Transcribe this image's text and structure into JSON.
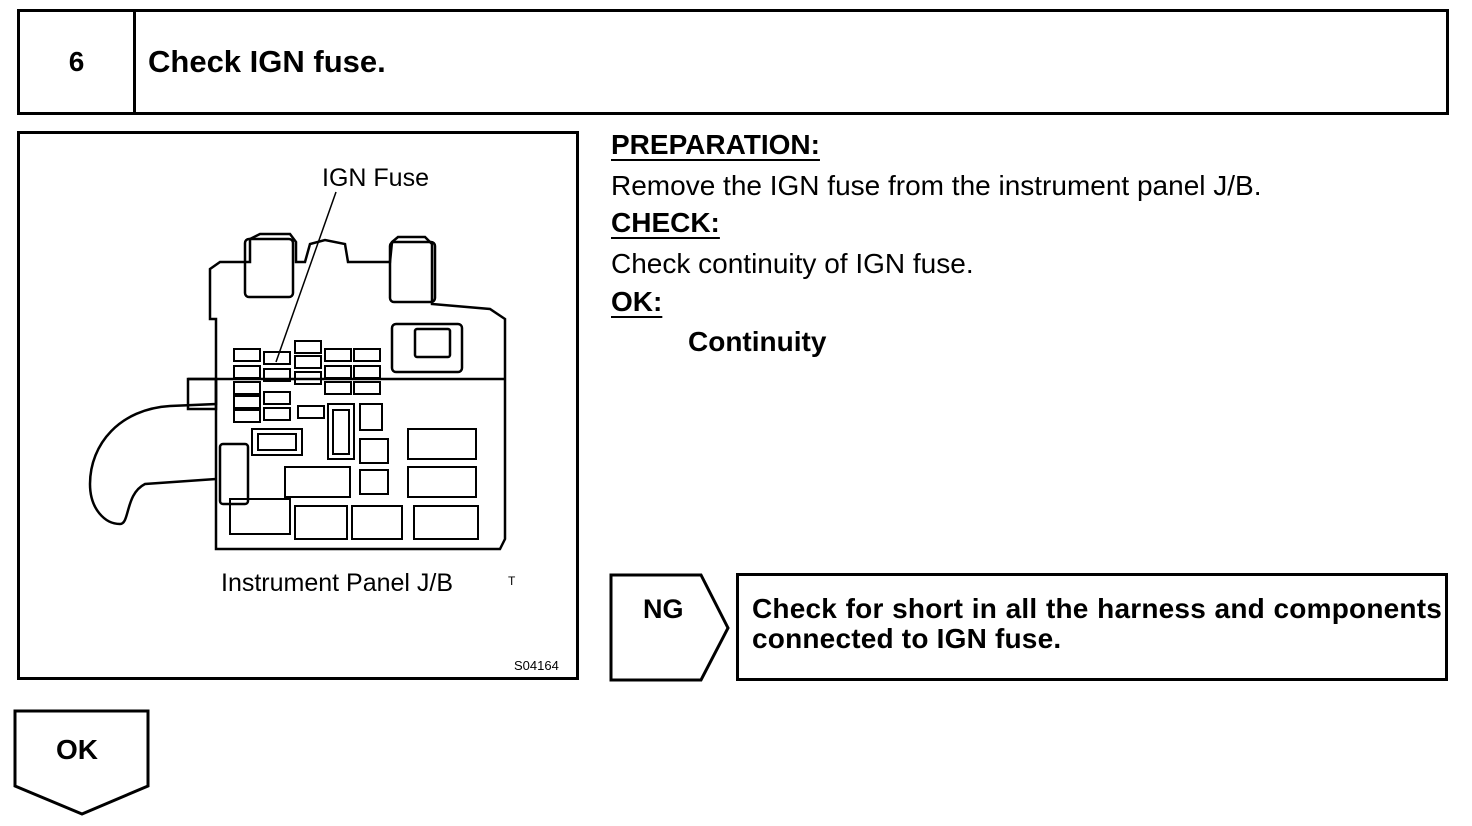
{
  "step": {
    "number": "6",
    "title": "Check IGN fuse."
  },
  "figure": {
    "fuse_label": "IGN Fuse",
    "panel_label": "Instrument Panel J/B",
    "mark": "T",
    "code": "S04164"
  },
  "preparation": {
    "heading": "PREPARATION:",
    "text": "Remove the IGN fuse from the instrument panel J/B."
  },
  "check": {
    "heading": "CHECK:",
    "text": "Check continuity of IGN fuse."
  },
  "ok": {
    "heading": "OK:",
    "value": "Continuity"
  },
  "ng": {
    "label": "NG",
    "action": "Check for short in all the harness and components connected to IGN fuse."
  },
  "ok_branch": {
    "label": "OK"
  }
}
